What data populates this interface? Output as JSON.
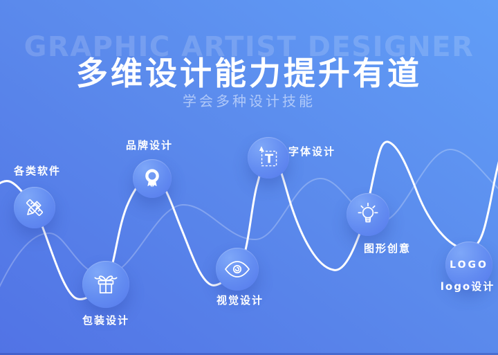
{
  "page": {
    "watermark": "GRAPHIC ARTIST DESIGNER",
    "title": "多维设计能力提升有道",
    "subtitle": "学会多种设计技能"
  },
  "colors": {
    "background_light": "#619ef7",
    "background_mid": "#5b8aec",
    "background_dark": "#5173e5",
    "node_fill_light": "#7ea7f8",
    "node_fill_dark": "#5579ec",
    "line": "#ffffff",
    "faint_line": "rgba(255,255,255,0.25)",
    "watermark_color": "rgba(255,255,255,0.16)"
  },
  "nodes": [
    {
      "id": "software",
      "label": "各类软件",
      "icon": "pencil-ruler-icon",
      "label_position": "top"
    },
    {
      "id": "packaging",
      "label": "包装设计",
      "icon": "gift-icon",
      "label_position": "bottom"
    },
    {
      "id": "brand",
      "label": "品牌设计",
      "icon": "medal-icon",
      "label_position": "top"
    },
    {
      "id": "visual",
      "label": "视觉设计",
      "icon": "eye-icon",
      "label_position": "bottom"
    },
    {
      "id": "font",
      "label": "字体设计",
      "icon": "text-tool-icon",
      "label_position": "right"
    },
    {
      "id": "graphic",
      "label": "图形创意",
      "icon": "lightbulb-icon",
      "label_position": "bottom"
    },
    {
      "id": "logo",
      "label": "logo设计",
      "icon": "logo-text-icon",
      "label_position": "bottom",
      "icon_text": "LOGO"
    }
  ]
}
